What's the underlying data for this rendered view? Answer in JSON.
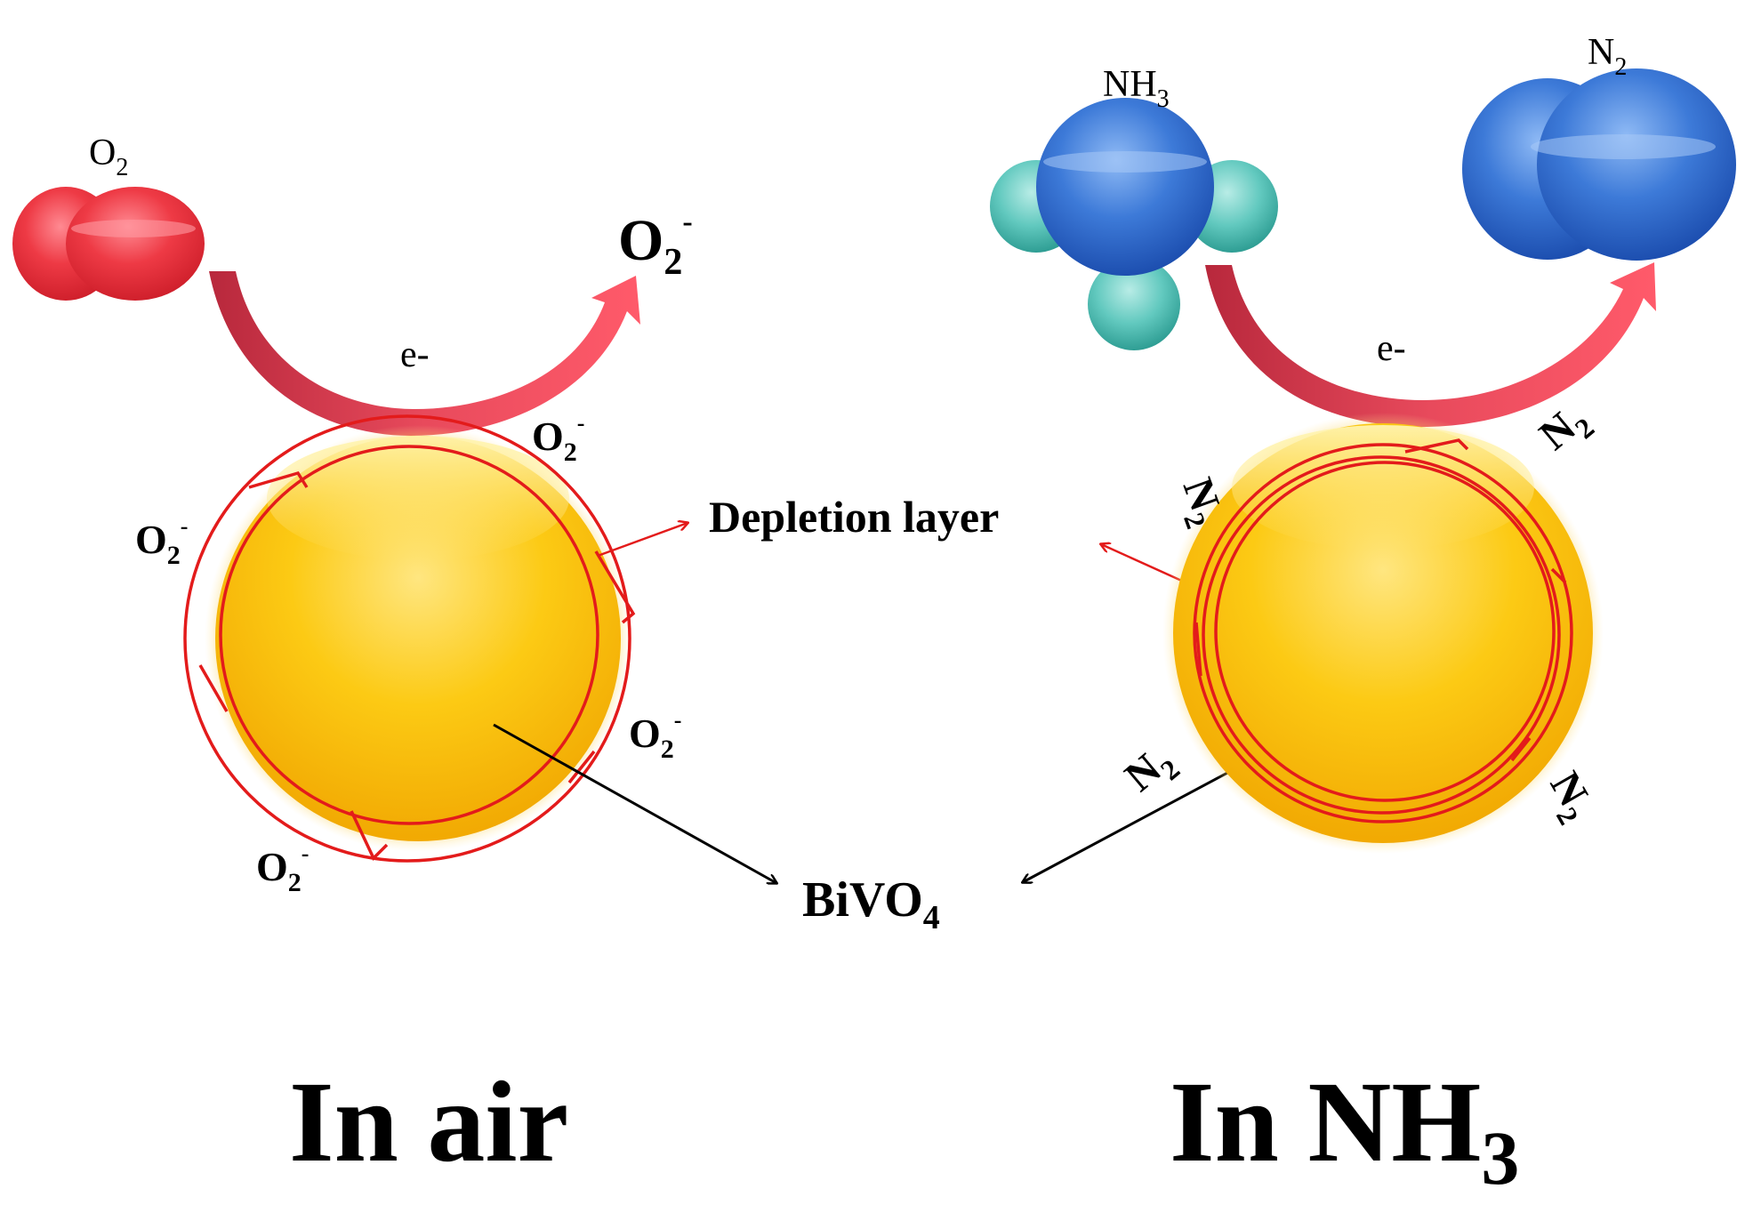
{
  "left": {
    "molecule_label": {
      "base": "O",
      "sub": "2"
    },
    "product_label": {
      "base": "O",
      "sub": "2",
      "sup": "-"
    },
    "electron_label": "e-",
    "surface_labels": [
      {
        "base": "O",
        "sub": "2",
        "sup": "-"
      },
      {
        "base": "O",
        "sub": "2",
        "sup": "-"
      },
      {
        "base": "O",
        "sub": "2",
        "sup": "-"
      },
      {
        "base": "O",
        "sub": "2",
        "sup": "-"
      }
    ],
    "caption": "In air"
  },
  "right": {
    "reactant_label": {
      "base": "NH",
      "sub": "3"
    },
    "product_label": {
      "base": "N",
      "sub": "2"
    },
    "electron_label": "e-",
    "surface_labels": [
      {
        "base": "N",
        "sub": "2"
      },
      {
        "base": "N",
        "sub": "2"
      },
      {
        "base": "N",
        "sub": "2"
      },
      {
        "base": "N",
        "sub": "2"
      }
    ],
    "caption": {
      "base": "In NH",
      "sub": "3"
    }
  },
  "center": {
    "depletion_label": "Depletion layer",
    "material_label": {
      "base": "BiVO",
      "sub": "4"
    }
  },
  "colors": {
    "oxygen": "#e8323c",
    "nitrogen_blue": "#2f6fd0",
    "hydrogen_teal": "#5cc7bd",
    "sphere_gold": "#f9c10a",
    "arrow_red": "#e8495a",
    "depletion_line": "#e31b1b"
  }
}
